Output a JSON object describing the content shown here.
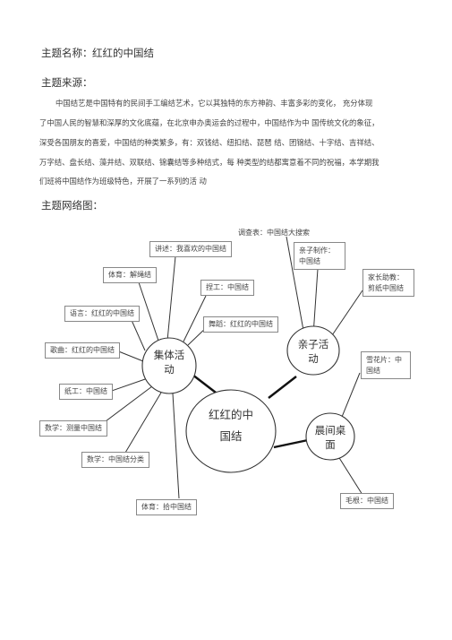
{
  "header": {
    "title_label": "主题名称：",
    "title_value": "红红的中国结",
    "source_label": "主题来源：",
    "network_label": "主题网络图："
  },
  "paragraph": {
    "lines": [
      "中国结艺是中国特有的民间手工编结艺术，它以其独特的东方神韵、丰富多彩的变化，  充分体现",
      "了中国人民的智慧和深厚的文化底蕴，在北京申办奥运会的过程中，中国结作为中   国传统文化的象征，",
      "深受各国朋友的喜爱，中国结的种类繁多，有：双钱结、纽扣结、琵琶   结、团锦结、十字结、吉祥结、",
      "万字结、盘长结、藻井结、双联结、锦囊结等多种结式，每  种类型的结都寓意着不同的祝福，本学期我",
      "们班将中国结作为班级特色，开展了一系列的活  动"
    ]
  },
  "mindmap": {
    "center": "红红的中国结",
    "hubs": {
      "group": "集体活动",
      "parent": "亲子活动",
      "morning": "晨间桌面"
    },
    "group_items": {
      "describe": "讲述：我喜欢的中国结",
      "pe_untie": "体育：解绳结",
      "clay": "捏工：中国结",
      "language": "语言：红红的中国结",
      "dance": "舞蹈：红红的中国结",
      "song": "歌曲：红红的中国结",
      "paper": "纸工：中国结",
      "math_measure": "数学：测量中国结",
      "math_sort": "数学：中国结分类",
      "pe_carry": "体育：拾中国结"
    },
    "parent_items": {
      "survey": "调查表：中国结大搜索",
      "make": "亲子制作：中国结",
      "help": "家长助教：剪纸中国结"
    },
    "morning_items": {
      "snowflake": "雪花片：中国结",
      "pipe": "毛根：中国结"
    }
  }
}
